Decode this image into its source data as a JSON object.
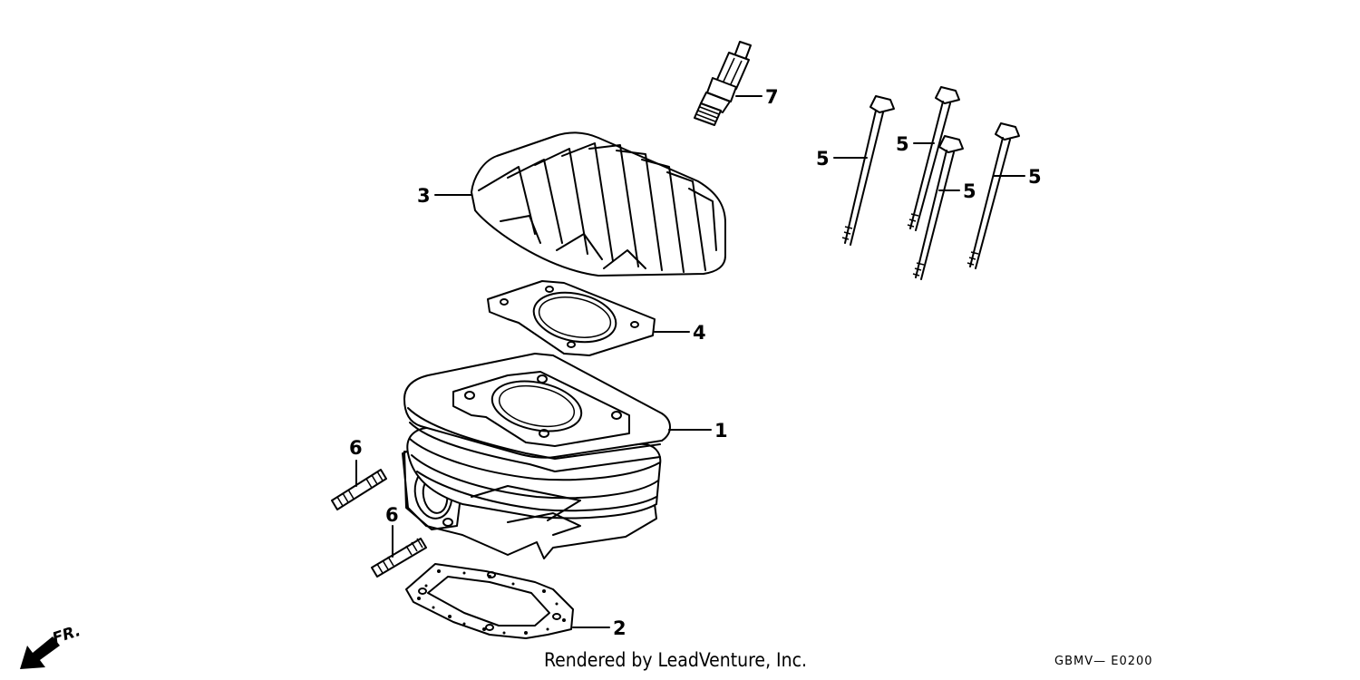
{
  "callouts": {
    "c1": "1",
    "c2": "2",
    "c3": "3",
    "c4": "4",
    "c5a": "5",
    "c5b": "5",
    "c5c": "5",
    "c5d": "5",
    "c6a": "6",
    "c6b": "6",
    "c7": "7"
  },
  "direction": {
    "label": "FR.",
    "icon": "front-arrow-icon"
  },
  "footer": {
    "rendered_by": "Rendered by LeadVenture, Inc.",
    "diagram_code": "GBMV— E0200"
  }
}
